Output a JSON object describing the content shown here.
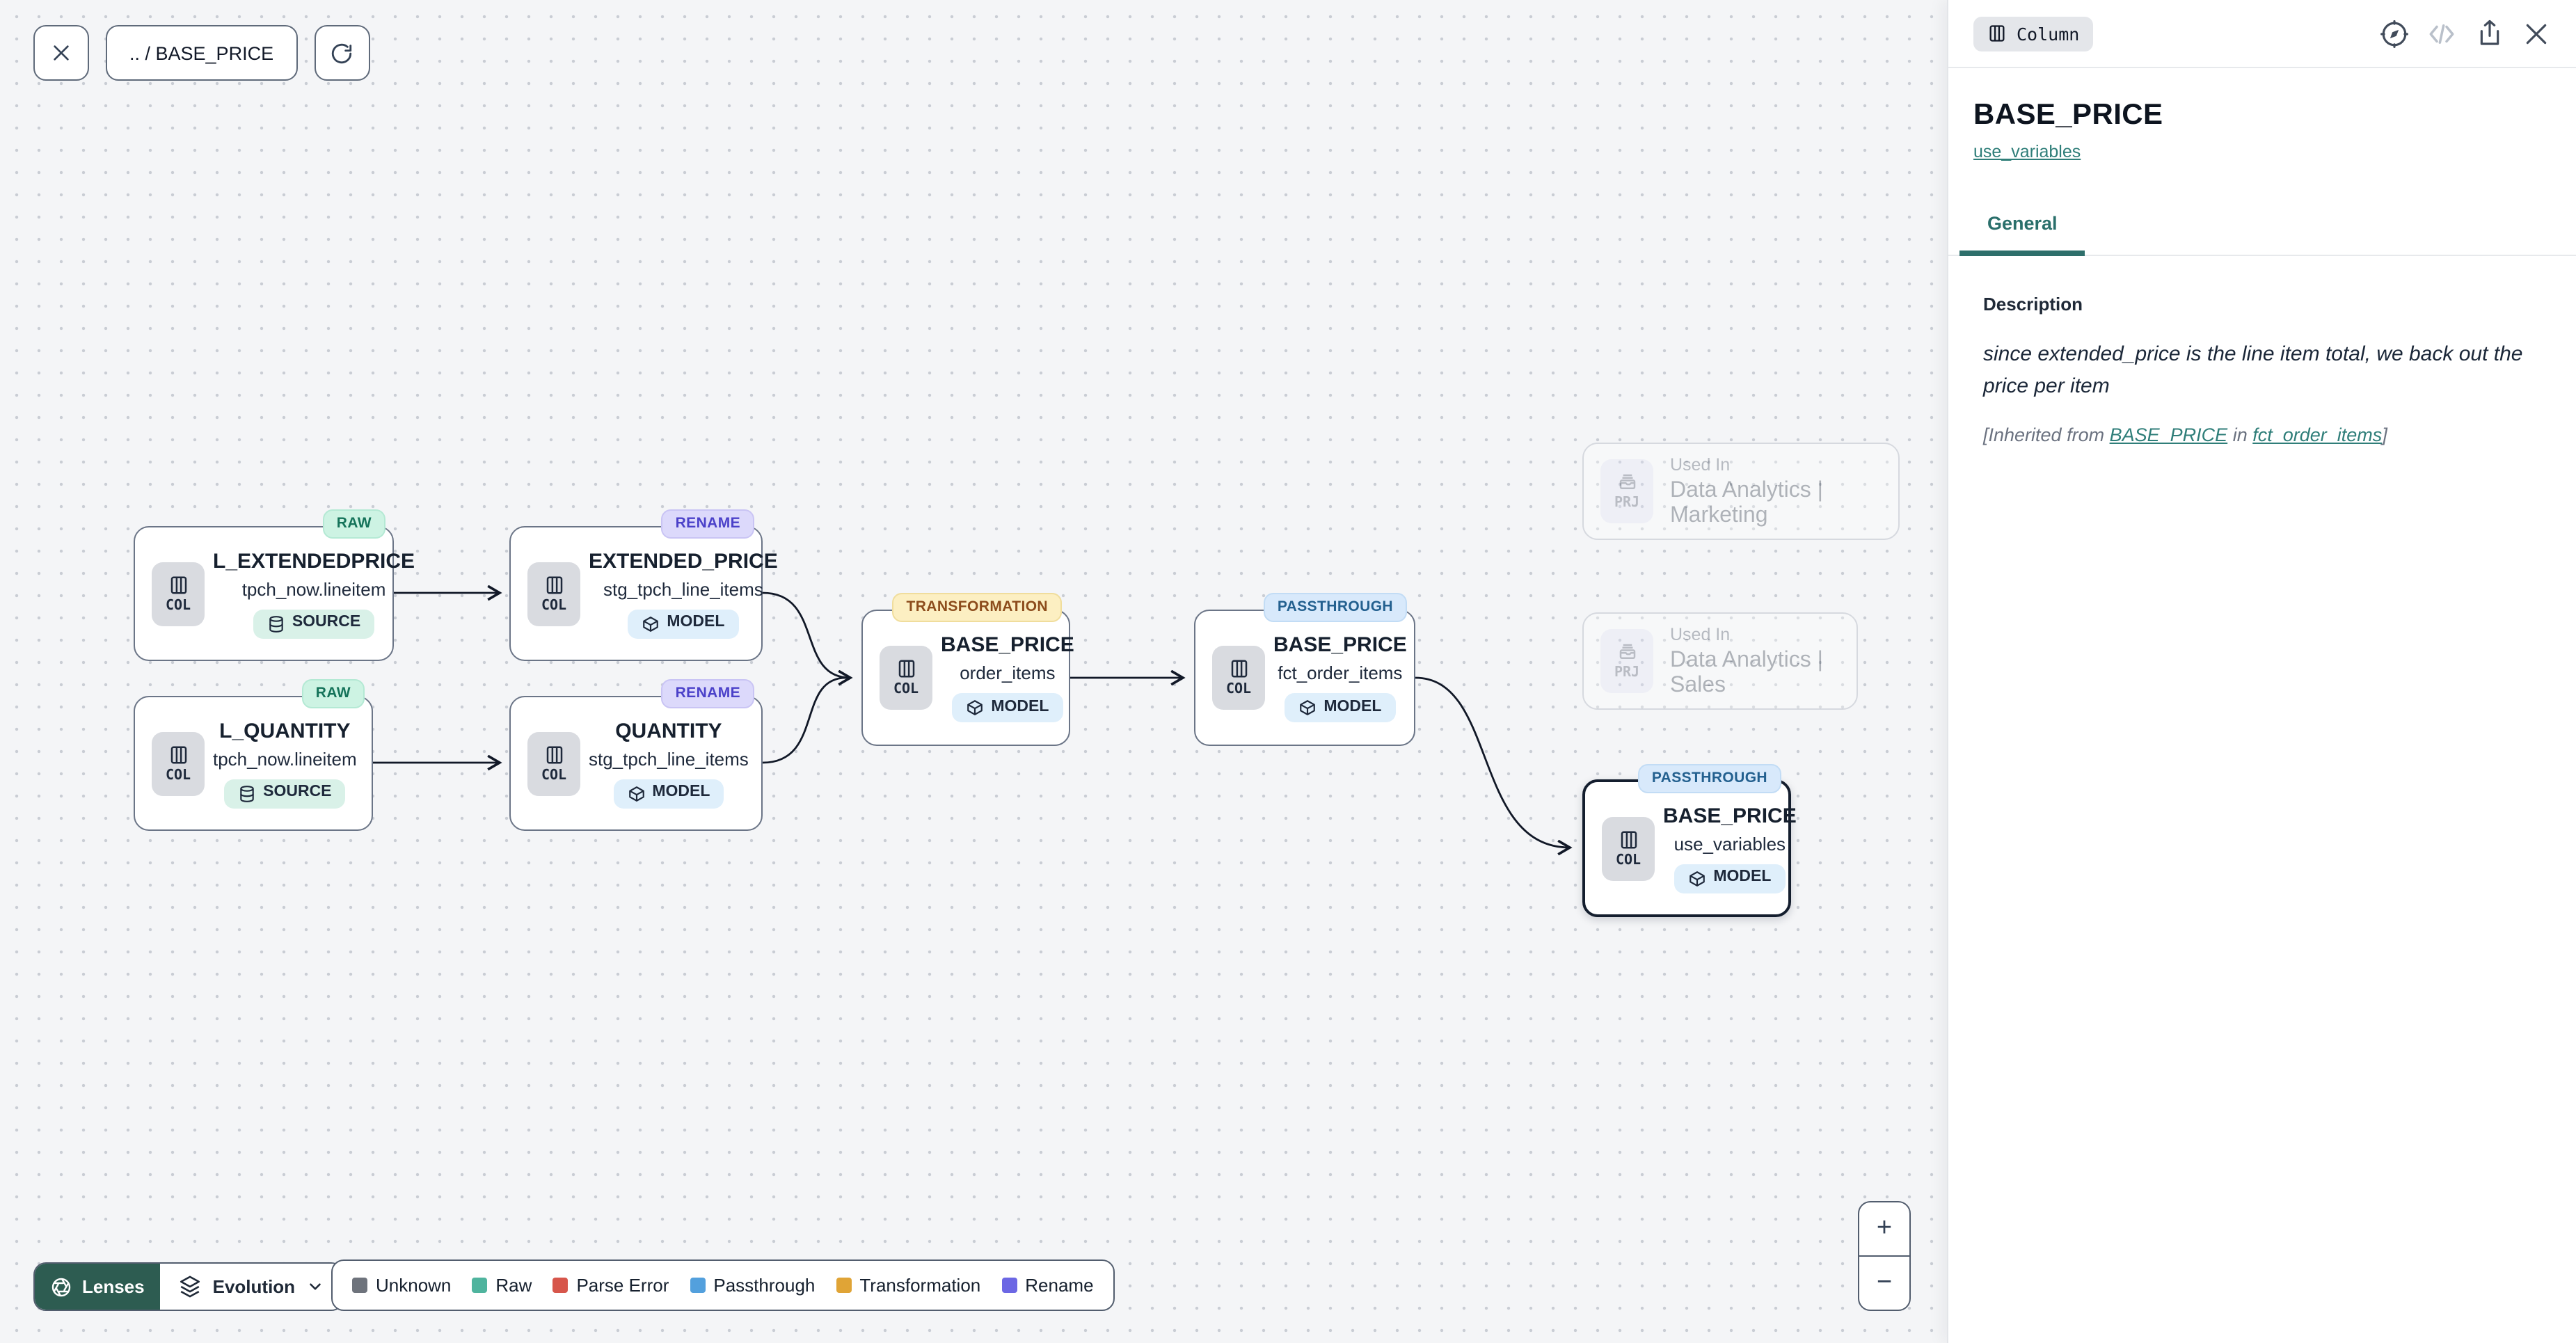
{
  "toolbar": {
    "breadcrumb": ".. / BASE_PRICE"
  },
  "canvas": {
    "nodes": [
      {
        "title": "L_EXTENDEDPRICE",
        "subtitle": "tpch_now.lineitem",
        "kind": "COL",
        "type_badge": "SOURCE",
        "lens": "RAW"
      },
      {
        "title": "EXTENDED_PRICE",
        "subtitle": "stg_tpch_line_items",
        "kind": "COL",
        "type_badge": "MODEL",
        "lens": "RENAME"
      },
      {
        "title": "L_QUANTITY",
        "subtitle": "tpch_now.lineitem",
        "kind": "COL",
        "type_badge": "SOURCE",
        "lens": "RAW"
      },
      {
        "title": "QUANTITY",
        "subtitle": "stg_tpch_line_items",
        "kind": "COL",
        "type_badge": "MODEL",
        "lens": "RENAME"
      },
      {
        "title": "BASE_PRICE",
        "subtitle": "order_items",
        "kind": "COL",
        "type_badge": "MODEL",
        "lens": "TRANSFORMATION"
      },
      {
        "title": "BASE_PRICE",
        "subtitle": "fct_order_items",
        "kind": "COL",
        "type_badge": "MODEL",
        "lens": "PASSTHROUGH"
      },
      {
        "title": "BASE_PRICE",
        "subtitle": "use_variables",
        "kind": "COL",
        "type_badge": "MODEL",
        "lens": "PASSTHROUGH",
        "selected": true
      }
    ],
    "projects": [
      {
        "kind": "PRJ",
        "label": "Used In",
        "name": "Data Analytics | Marketing"
      },
      {
        "kind": "PRJ",
        "label": "Used In",
        "name": "Data Analytics | Sales"
      }
    ],
    "edges": [
      {
        "from": "L_EXTENDEDPRICE (tpch_now.lineitem)",
        "to": "EXTENDED_PRICE (stg_tpch_line_items)"
      },
      {
        "from": "L_QUANTITY (tpch_now.lineitem)",
        "to": "QUANTITY (stg_tpch_line_items)"
      },
      {
        "from": "EXTENDED_PRICE (stg_tpch_line_items)",
        "to": "BASE_PRICE (order_items)"
      },
      {
        "from": "QUANTITY (stg_tpch_line_items)",
        "to": "BASE_PRICE (order_items)"
      },
      {
        "from": "BASE_PRICE (order_items)",
        "to": "BASE_PRICE (fct_order_items)"
      },
      {
        "from": "BASE_PRICE (fct_order_items)",
        "to": "BASE_PRICE (use_variables)"
      }
    ]
  },
  "lenses": {
    "button_label": "Lenses",
    "selected_lens": "Evolution"
  },
  "legend": {
    "items": [
      {
        "label": "Unknown",
        "color": "#6e737c"
      },
      {
        "label": "Raw",
        "color": "#4fb49e"
      },
      {
        "label": "Parse Error",
        "color": "#d7564b"
      },
      {
        "label": "Passthrough",
        "color": "#53a0dd"
      },
      {
        "label": "Transformation",
        "color": "#e0a436"
      },
      {
        "label": "Rename",
        "color": "#6c67e4"
      }
    ]
  },
  "zoom_controls": {
    "zoom_in": "+",
    "zoom_out": "−"
  },
  "panel": {
    "badge": "Column",
    "title": "BASE_PRICE",
    "model_link": "use_variables",
    "tabs": [
      {
        "label": "General"
      }
    ],
    "description_label": "Description",
    "description": "since extended_price is the line item total, we back out the price per item",
    "inherited": {
      "prefix": "[Inherited from ",
      "column_link": "BASE_PRICE",
      "middle": " in ",
      "model_link": "fct_order_items",
      "suffix": "]"
    }
  },
  "colors": {
    "accent_teal": "#2f7e79",
    "lenses_button": "#2d5c51",
    "lens_raw_bg": "#cdf3e3",
    "lens_raw_text": "#15735a",
    "lens_rename_bg": "#dcd9fb",
    "lens_rename_text": "#4b41c9",
    "lens_transformation_bg": "#fcefc2",
    "lens_transformation_text": "#8c4c1c",
    "lens_passthrough_bg": "#d8e9fb",
    "lens_passthrough_text": "#23608f",
    "edge": "#111827"
  }
}
